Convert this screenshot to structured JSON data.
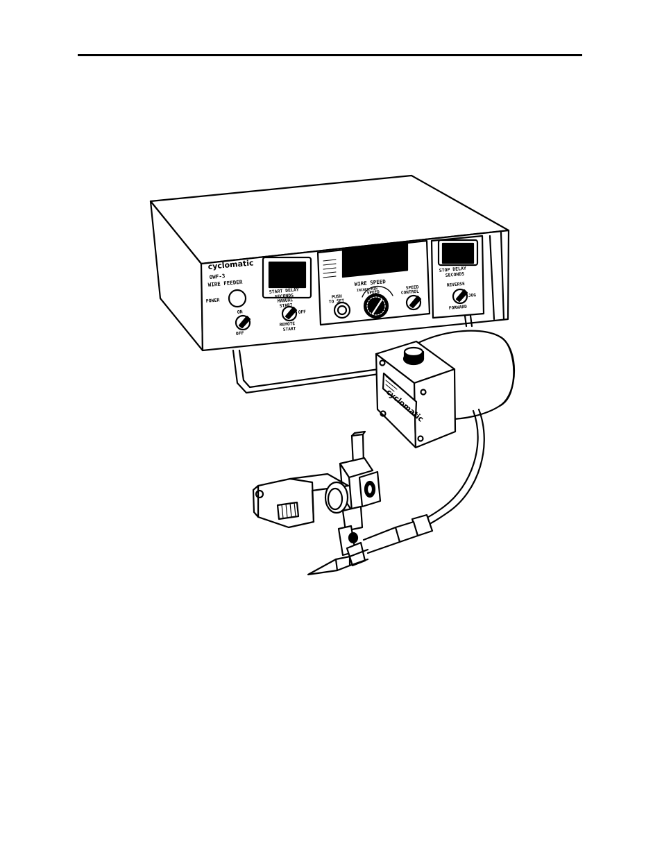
{
  "figure": {
    "unit_panel": {
      "brand": "cyclomatic",
      "model": "OWF-3",
      "product": "WIRE FEEDER",
      "power_label": "POWER",
      "power_on_label": "ON",
      "power_off_label": "OFF",
      "start_delay_line1": "START DELAY",
      "start_delay_line2": "SECONDS",
      "manual_start_label": "MANUAL",
      "manual_start_label2": "START",
      "start_off_label": "OFF",
      "remote_start_label": "REMOTE",
      "remote_start_label2": "START",
      "wire_speed_label": "WIRE SPEED",
      "wire_speed_units": "INCHES/MIN",
      "push_to_set_label": "PUSH",
      "push_to_set_label2": "TO SET",
      "speed_knob_label": "SPEED",
      "speed_control_label": "SPEED",
      "speed_control_label2": "CONTROL",
      "stop_delay_line1": "STOP DELAY",
      "stop_delay_line2": "SECONDS",
      "reverse_label": "REVERSE",
      "jog_label": "JOG",
      "forward_label": "FORWARD"
    },
    "motor_box": {
      "brand": "cyclomatic"
    }
  }
}
